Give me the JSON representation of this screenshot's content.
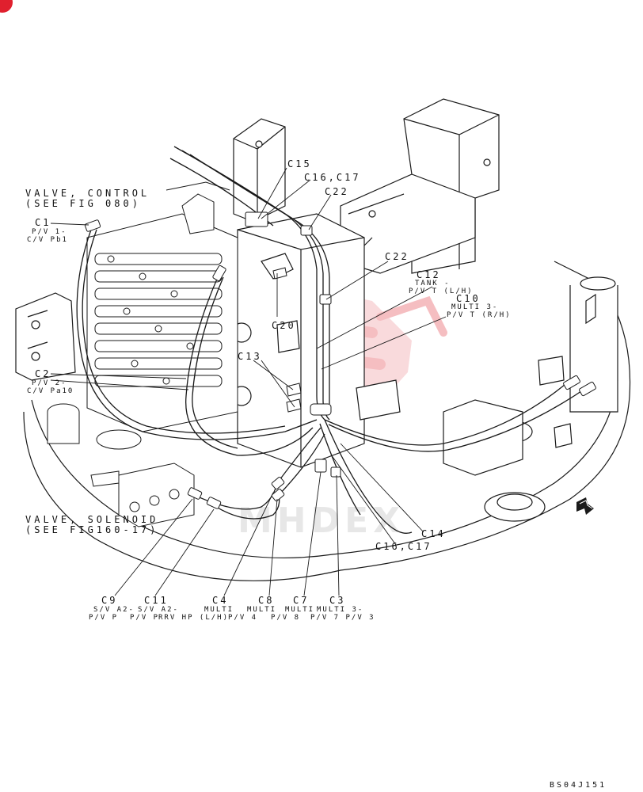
{
  "colors": {
    "line": "#1a1a1a",
    "fill": "#ffffff",
    "watermark": "#f3a7ab",
    "accent": "#e0202e"
  },
  "icons": {
    "corner_badge": "red-circle-badge",
    "direction_arrow": "forward-arrow-icon"
  },
  "notes": {
    "control_valve": [
      "VALVE, CONTROL",
      "(SEE FIG 080)"
    ],
    "solenoid_valve": [
      "VALVE, SOLENOID",
      "(SEE FIG160-17)"
    ]
  },
  "callouts": {
    "c1": {
      "code": "C1",
      "desc": [
        "P/V 1-",
        "C/V Pb1"
      ]
    },
    "c2": {
      "code": "C2",
      "desc": [
        "P/V 2-",
        "C/V Pa10"
      ]
    },
    "c15": {
      "code": "C15"
    },
    "c16_17_top": {
      "code": "C16,C17"
    },
    "c22_a": {
      "code": "C22"
    },
    "c22_b": {
      "code": "C22"
    },
    "c12": {
      "code": "C12",
      "desc": [
        "TANK -",
        "P/V T (L/H)"
      ]
    },
    "c10": {
      "code": "C10",
      "desc": [
        "MULTI 3-",
        "P/V T (R/H)"
      ]
    },
    "c20": {
      "code": "C20"
    },
    "c13": {
      "code": "C13"
    },
    "c14": {
      "code": "C14"
    },
    "c16_17_bot": {
      "code": "C16,C17"
    },
    "c9": {
      "code": "C9",
      "desc": [
        "S/V A2-",
        "P/V P"
      ]
    },
    "c11": {
      "code": "C11",
      "desc": [
        "S/V A2-",
        "P/V P"
      ]
    },
    "c4": {
      "code": "C4",
      "desc": [
        "MULTI",
        "RRV HP (L/H)"
      ]
    },
    "c8": {
      "code": "C8",
      "desc": [
        "MULTI",
        "P/V 4"
      ]
    },
    "c7": {
      "code": "C7",
      "desc": [
        "MULTI",
        "P/V 8"
      ]
    },
    "c3": {
      "code": "C3",
      "desc": [
        "MULTI 3-",
        "P/V 7 P/V 3"
      ]
    }
  },
  "drawing_code": "BS04J151"
}
